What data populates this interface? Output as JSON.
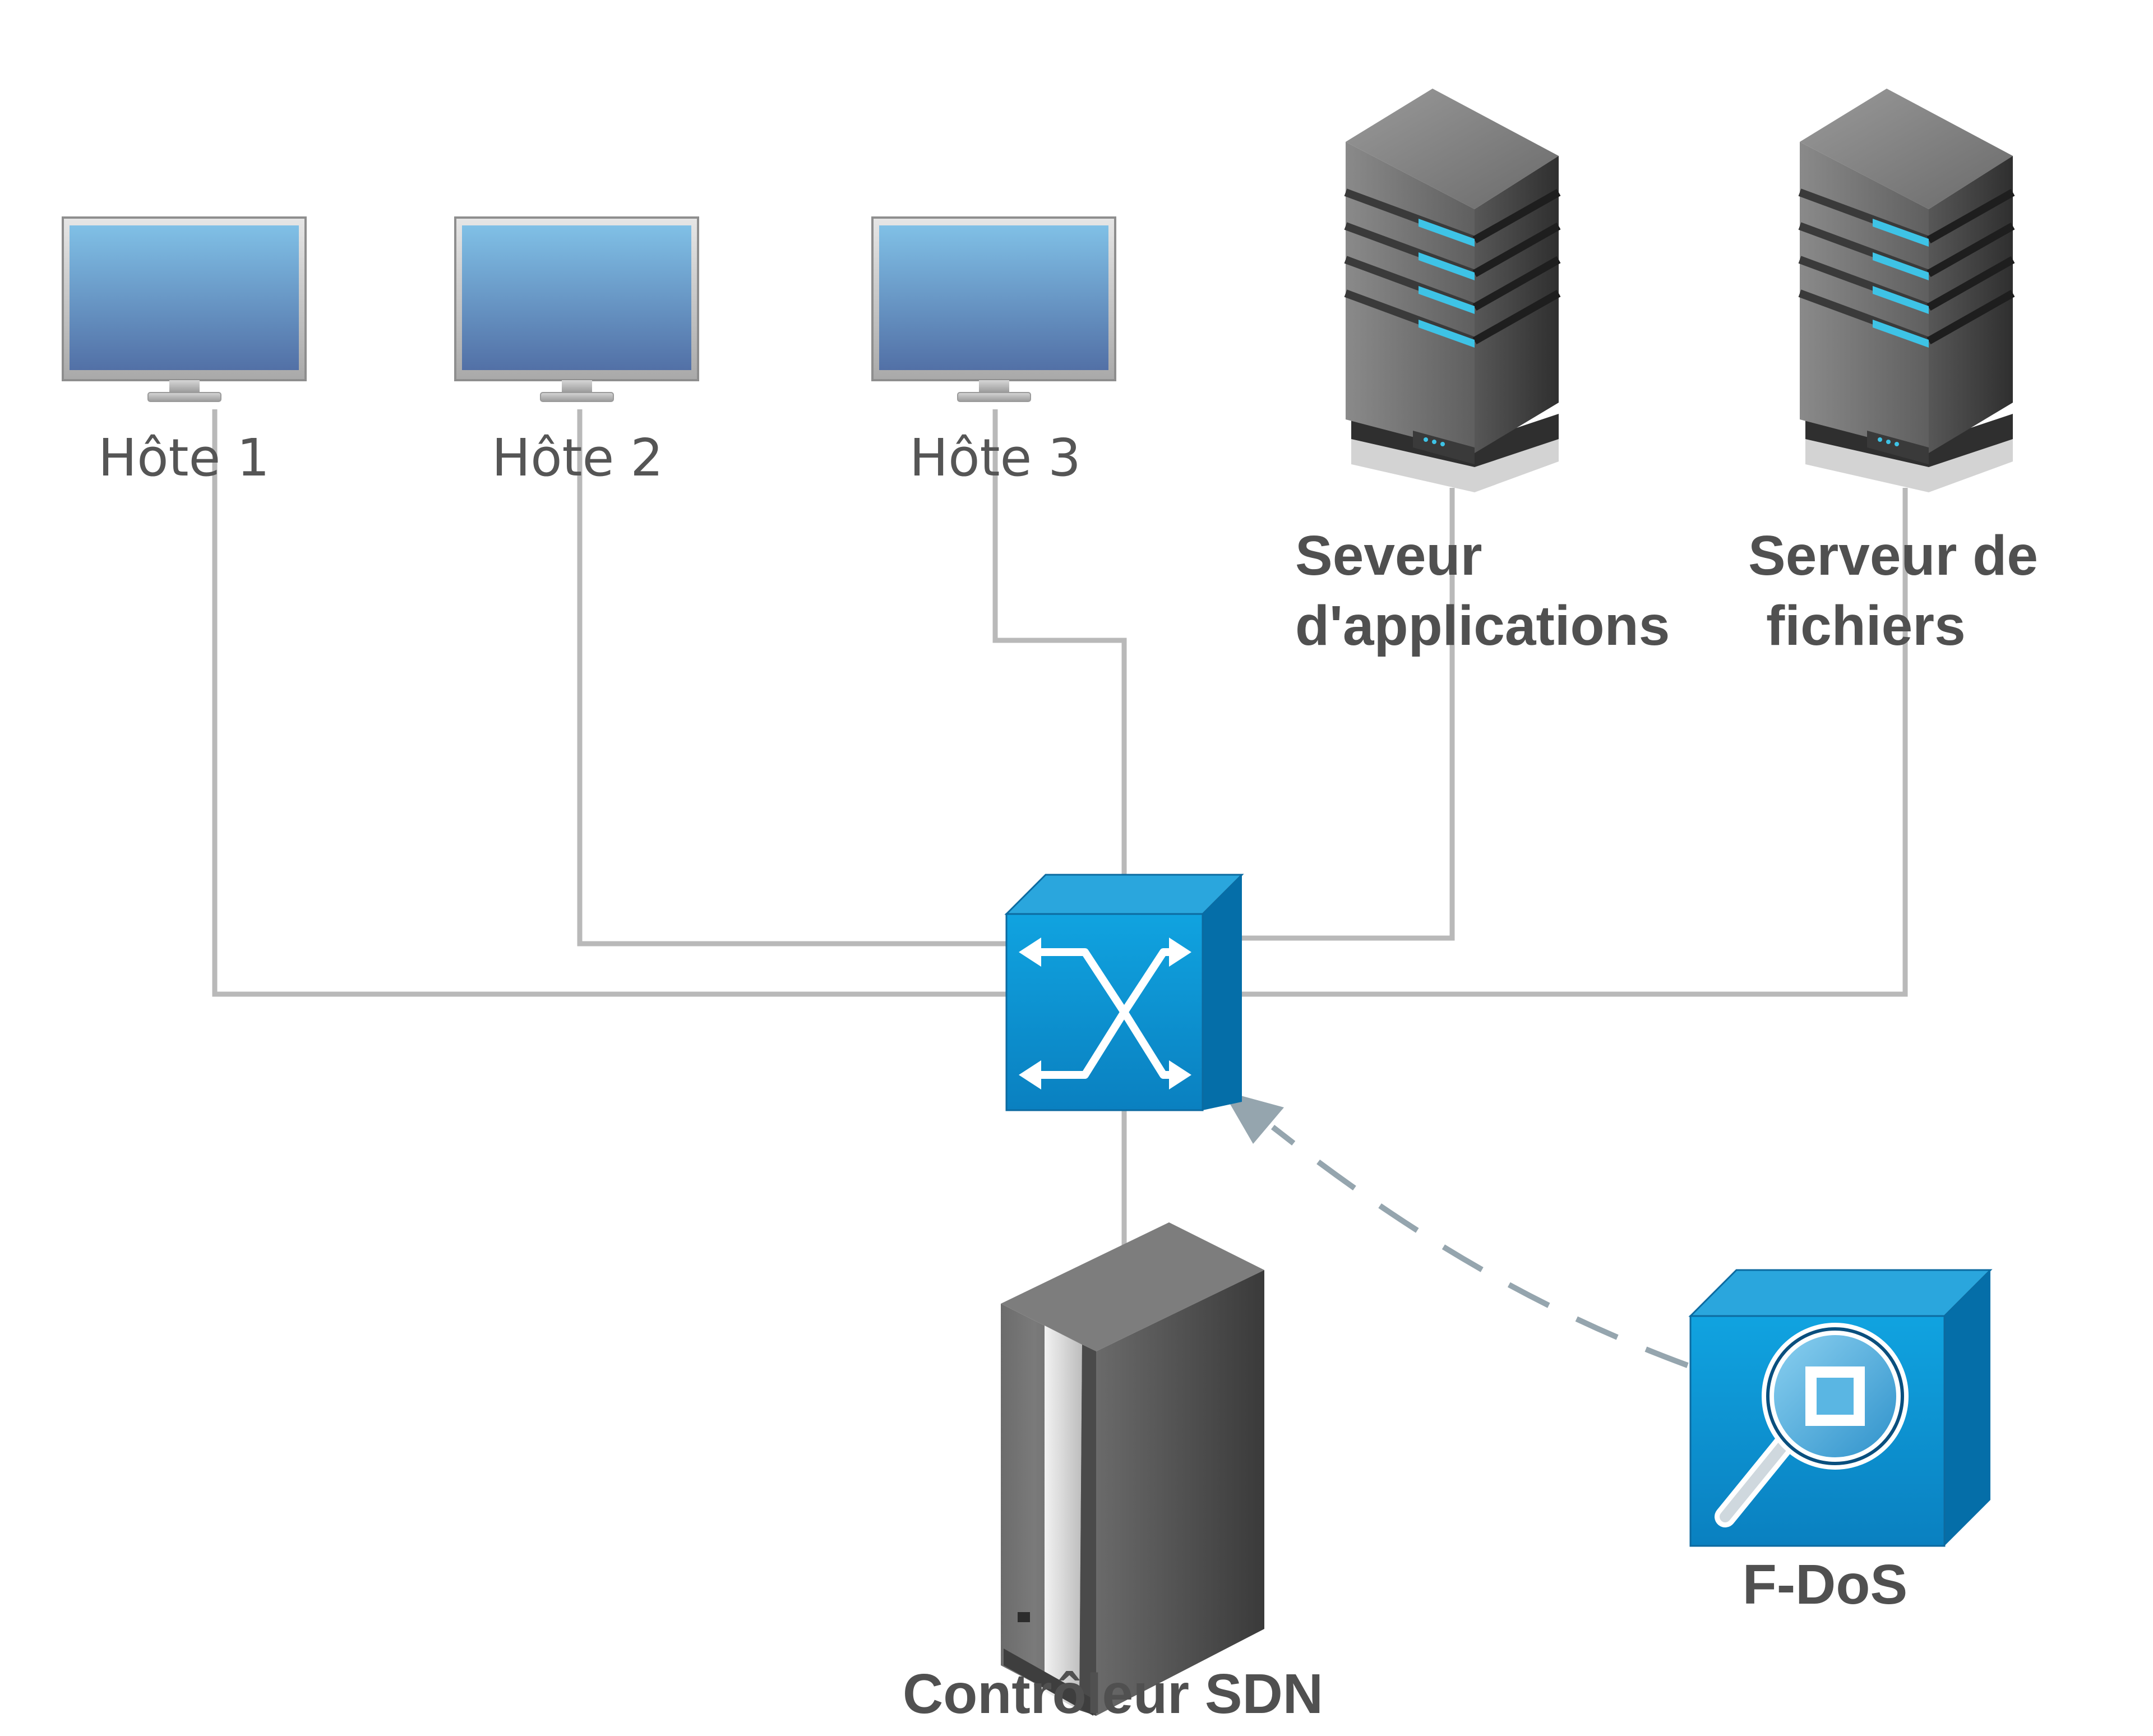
{
  "nodes": {
    "host1": {
      "label": "Hôte 1",
      "icon": "monitor-icon"
    },
    "host2": {
      "label": "Hôte 2",
      "icon": "monitor-icon"
    },
    "host3": {
      "label": "Hôte 3",
      "icon": "monitor-icon"
    },
    "app_server": {
      "label_lines": [
        "Seveur",
        "d'applications"
      ],
      "icon": "server-tower-icon"
    },
    "file_server": {
      "label_lines": [
        "Serveur de",
        "fichiers"
      ],
      "icon": "server-tower-icon"
    },
    "switch": {
      "label": "",
      "icon": "switch-icon"
    },
    "controller": {
      "label": "Contrôleur SDN",
      "icon": "server-cabinet-icon"
    },
    "fdos": {
      "label": "F-DoS",
      "icon": "magnifier-cube-icon"
    }
  },
  "edges": [
    {
      "from": "host1",
      "to": "switch",
      "style": "solid"
    },
    {
      "from": "host2",
      "to": "switch",
      "style": "solid"
    },
    {
      "from": "host3",
      "to": "switch",
      "style": "solid"
    },
    {
      "from": "app_server",
      "to": "switch",
      "style": "solid"
    },
    {
      "from": "file_server",
      "to": "switch",
      "style": "solid"
    },
    {
      "from": "controller",
      "to": "switch",
      "style": "solid"
    },
    {
      "from": "fdos",
      "to": "switch",
      "style": "dashed-arrow"
    }
  ],
  "colors": {
    "link": "#b9b9b9",
    "dashed_arrow": "#95a5ae",
    "cube_front": "#0a8fcf",
    "cube_top": "#2aa6dd",
    "cube_side": "#056ea8",
    "server_body": "#5a5a5a",
    "server_led": "#3ec3e6"
  }
}
